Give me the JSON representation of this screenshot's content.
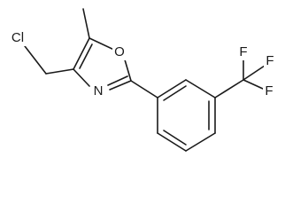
{
  "structure": {
    "atoms": {
      "cl": "Cl",
      "o": "O",
      "n": "N",
      "f_top": "F",
      "f_right": "F",
      "f_bottom": "F"
    }
  }
}
